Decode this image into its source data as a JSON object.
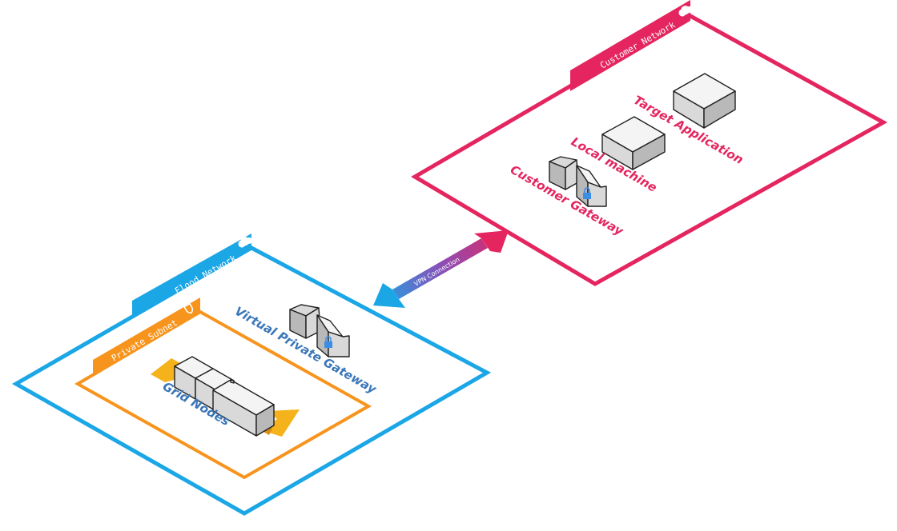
{
  "diagram": {
    "customer_network": {
      "tab_label": "Customer Network",
      "color": "#e4255f",
      "items": {
        "target_application": "Target Application",
        "local_machine": "Local machine",
        "customer_gateway": "Customer Gateway"
      }
    },
    "flood_network": {
      "tab_label": "Flood Network",
      "color": "#1ba6e6",
      "virtual_private_gateway": "Virtual Private Gateway",
      "label_color": "#3a76b8"
    },
    "private_subnet": {
      "tab_label": "Private Subnet",
      "color": "#f7941d",
      "grid_nodes": "Grid Nodes",
      "arrow_color": "#f6b21b"
    },
    "vpn_connection": {
      "label": "VPN Connection",
      "color_from": "#1ba6e6",
      "color_to": "#e4255f"
    },
    "icons": [
      "cloud-icon",
      "shield-icon",
      "cube-icon",
      "gateway-icon",
      "lock-icon"
    ]
  }
}
